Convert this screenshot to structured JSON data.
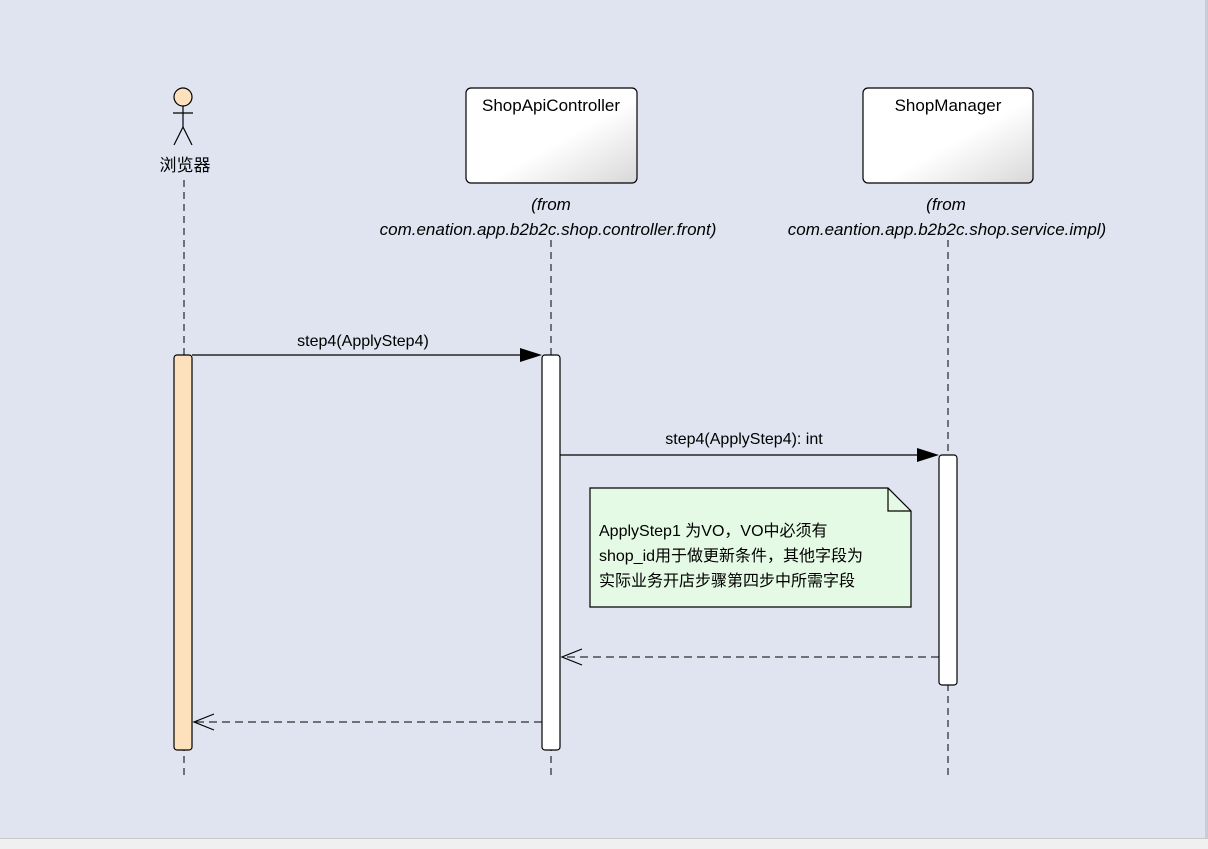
{
  "participants": [
    {
      "id": "browser",
      "label": "浏览器",
      "kind": "actor"
    },
    {
      "id": "controller",
      "label": "ShopApiController",
      "kind": "class",
      "from_line1": "(from",
      "from_line2": "com.enation.app.b2b2c.shop.controller.front)"
    },
    {
      "id": "manager",
      "label": "ShopManager",
      "kind": "class",
      "from_line1": "(from",
      "from_line2": "com.eantion.app.b2b2c.shop.service.impl)"
    }
  ],
  "messages": [
    {
      "id": "m1",
      "label": "step4(ApplyStep4)",
      "from": "browser",
      "to": "controller",
      "kind": "sync"
    },
    {
      "id": "m2",
      "label": "step4(ApplyStep4): int",
      "from": "controller",
      "to": "manager",
      "kind": "sync"
    },
    {
      "id": "m3",
      "label": "",
      "from": "manager",
      "to": "controller",
      "kind": "return"
    },
    {
      "id": "m4",
      "label": "",
      "from": "controller",
      "to": "browser",
      "kind": "return"
    }
  ],
  "note": {
    "lines": [
      "ApplyStep1 为VO，VO中必须有",
      "shop_id用于做更新条件，其他字段为",
      "实际业务开店步骤第四步中所需字段"
    ]
  },
  "colors": {
    "background": "#dfe4f0",
    "actor_activation": "#fde0bc",
    "note_fill": "#e4fae4",
    "box_fill": "#ffffff"
  }
}
